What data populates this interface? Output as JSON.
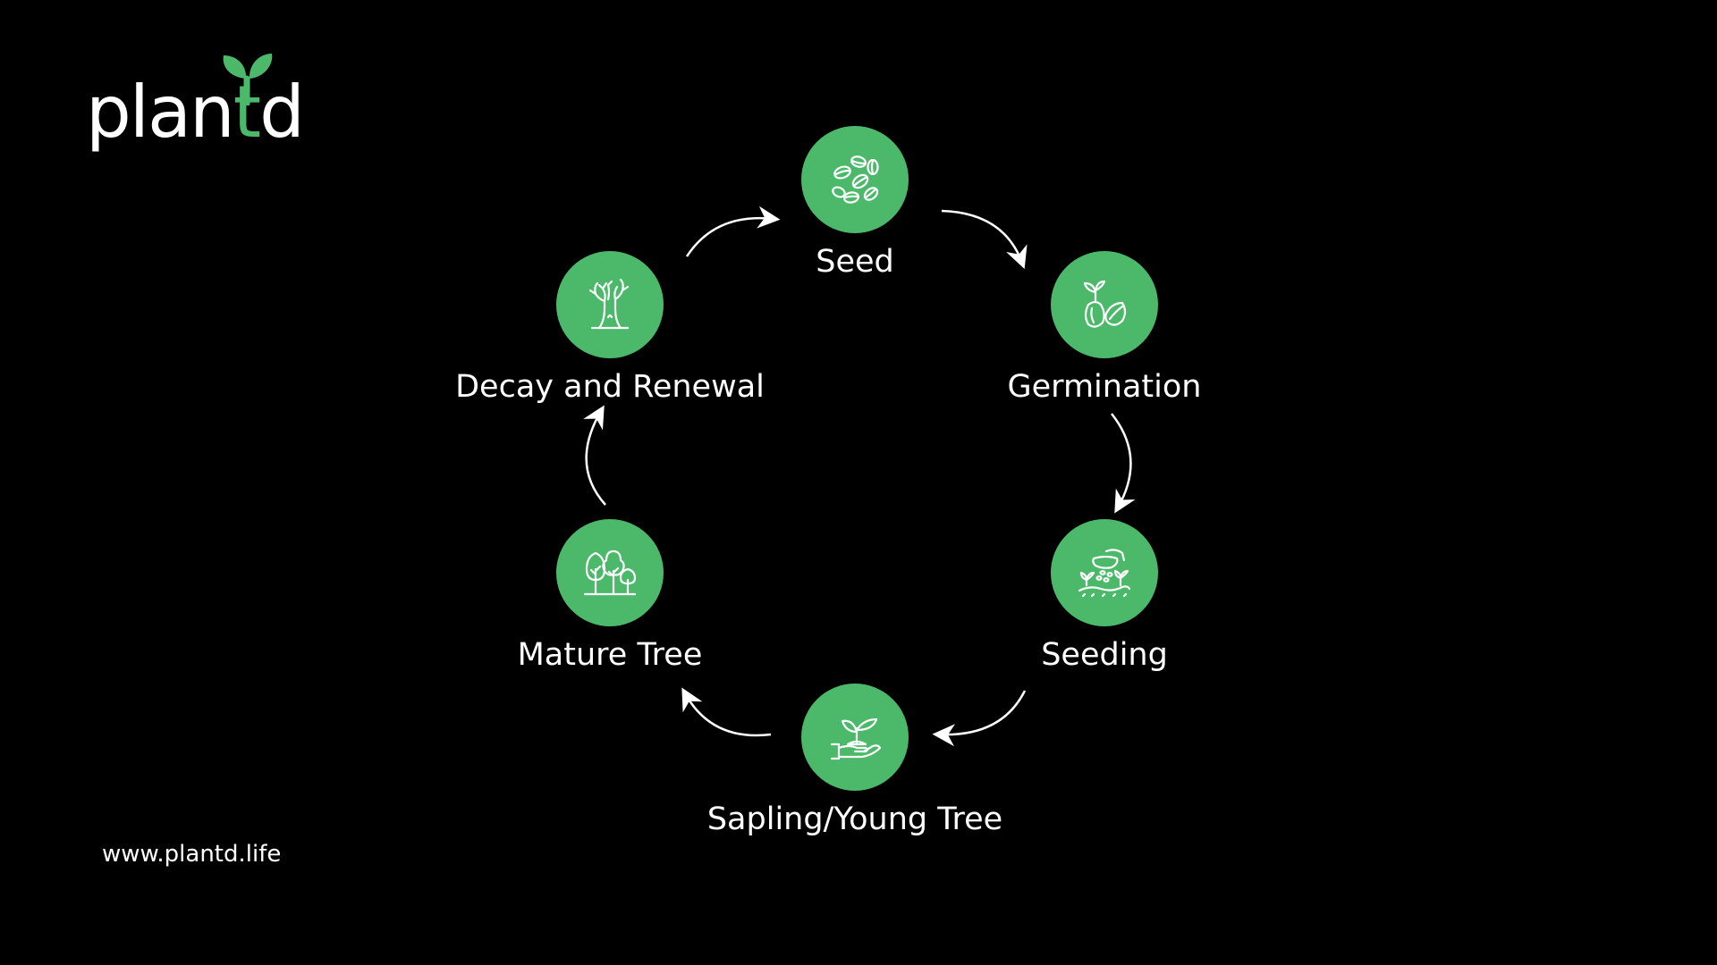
{
  "brand": {
    "logo_text_main": "plan",
    "logo_text_accent": "t",
    "logo_text_end": "d",
    "logo_text": "plantd",
    "website": "www.plantd.life"
  },
  "colors": {
    "background": "#000000",
    "accent": "#4cb96a",
    "text": "#ffffff"
  },
  "cycle": {
    "stages": [
      {
        "label": "Seed",
        "icon": "seeds-icon"
      },
      {
        "label": "Germination",
        "icon": "germinating-seed-icon"
      },
      {
        "label": "Seeding",
        "icon": "sowing-seeds-icon"
      },
      {
        "label": "Sapling/Young Tree",
        "icon": "sprout-in-hand-icon"
      },
      {
        "label": "Mature Tree",
        "icon": "trees-icon"
      },
      {
        "label": "Decay and Renewal",
        "icon": "dead-tree-icon"
      }
    ],
    "direction": "clockwise"
  }
}
